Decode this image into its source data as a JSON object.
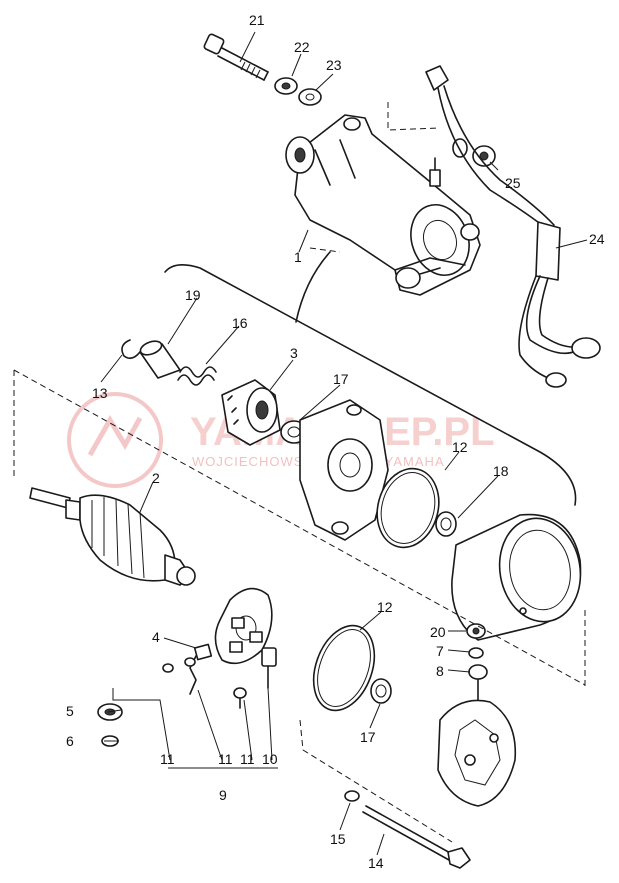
{
  "watermark": {
    "title": "YAMASKLEP.PL",
    "subtitle": "WOJCIECHOWSKI  DEALER YAMAHA",
    "color": "#e88a8a"
  },
  "callouts": {
    "c1": "1",
    "c2": "2",
    "c3": "3",
    "c4": "4",
    "c5": "5",
    "c6": "6",
    "c7": "7",
    "c8": "8",
    "c9": "9",
    "c10": "10",
    "c11a": "11",
    "c11b": "11",
    "c11c": "11",
    "c12a": "12",
    "c12b": "12",
    "c13": "13",
    "c14": "14",
    "c15": "15",
    "c16": "16",
    "c17a": "17",
    "c17b": "17",
    "c18": "18",
    "c19": "19",
    "c20": "20",
    "c21": "21",
    "c22": "22",
    "c23": "23",
    "c24": "24",
    "c25": "25"
  }
}
